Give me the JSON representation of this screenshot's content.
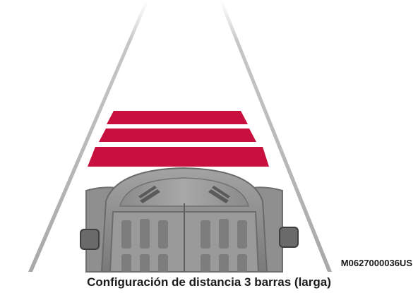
{
  "figure": {
    "code": "M0627000036US",
    "caption": "Configuración de distancia 3 barras (larga)",
    "distance_bars": 3,
    "colors": {
      "bar": "#c8103e",
      "road_line": "#b5b5b5",
      "vehicle_body": "#8c8c8c",
      "vehicle_dark": "#555555"
    }
  }
}
